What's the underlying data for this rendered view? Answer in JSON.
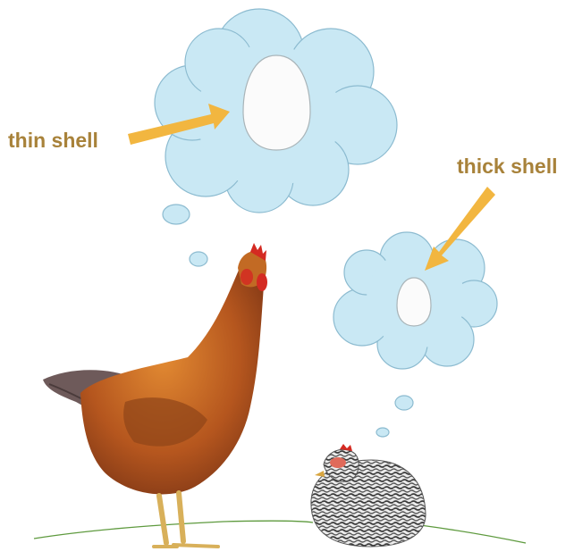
{
  "labels": {
    "thin": "thin shell",
    "thick": "thick shell"
  },
  "colors": {
    "cloud_fill": "#c9e8f4",
    "cloud_stroke": "#8cbbd0",
    "egg_fill": "#fbfbfb",
    "arrow": "#f2b640",
    "label_text": "#a8823a",
    "ground": "#5e9a3e",
    "hen_body": "#b5561e",
    "hen_tail": "#6e5a5a",
    "comb": "#d42a22",
    "speckled_hen": "#8a8a8a"
  },
  "icons": [
    "thought-cloud",
    "egg",
    "arrow",
    "hen"
  ]
}
